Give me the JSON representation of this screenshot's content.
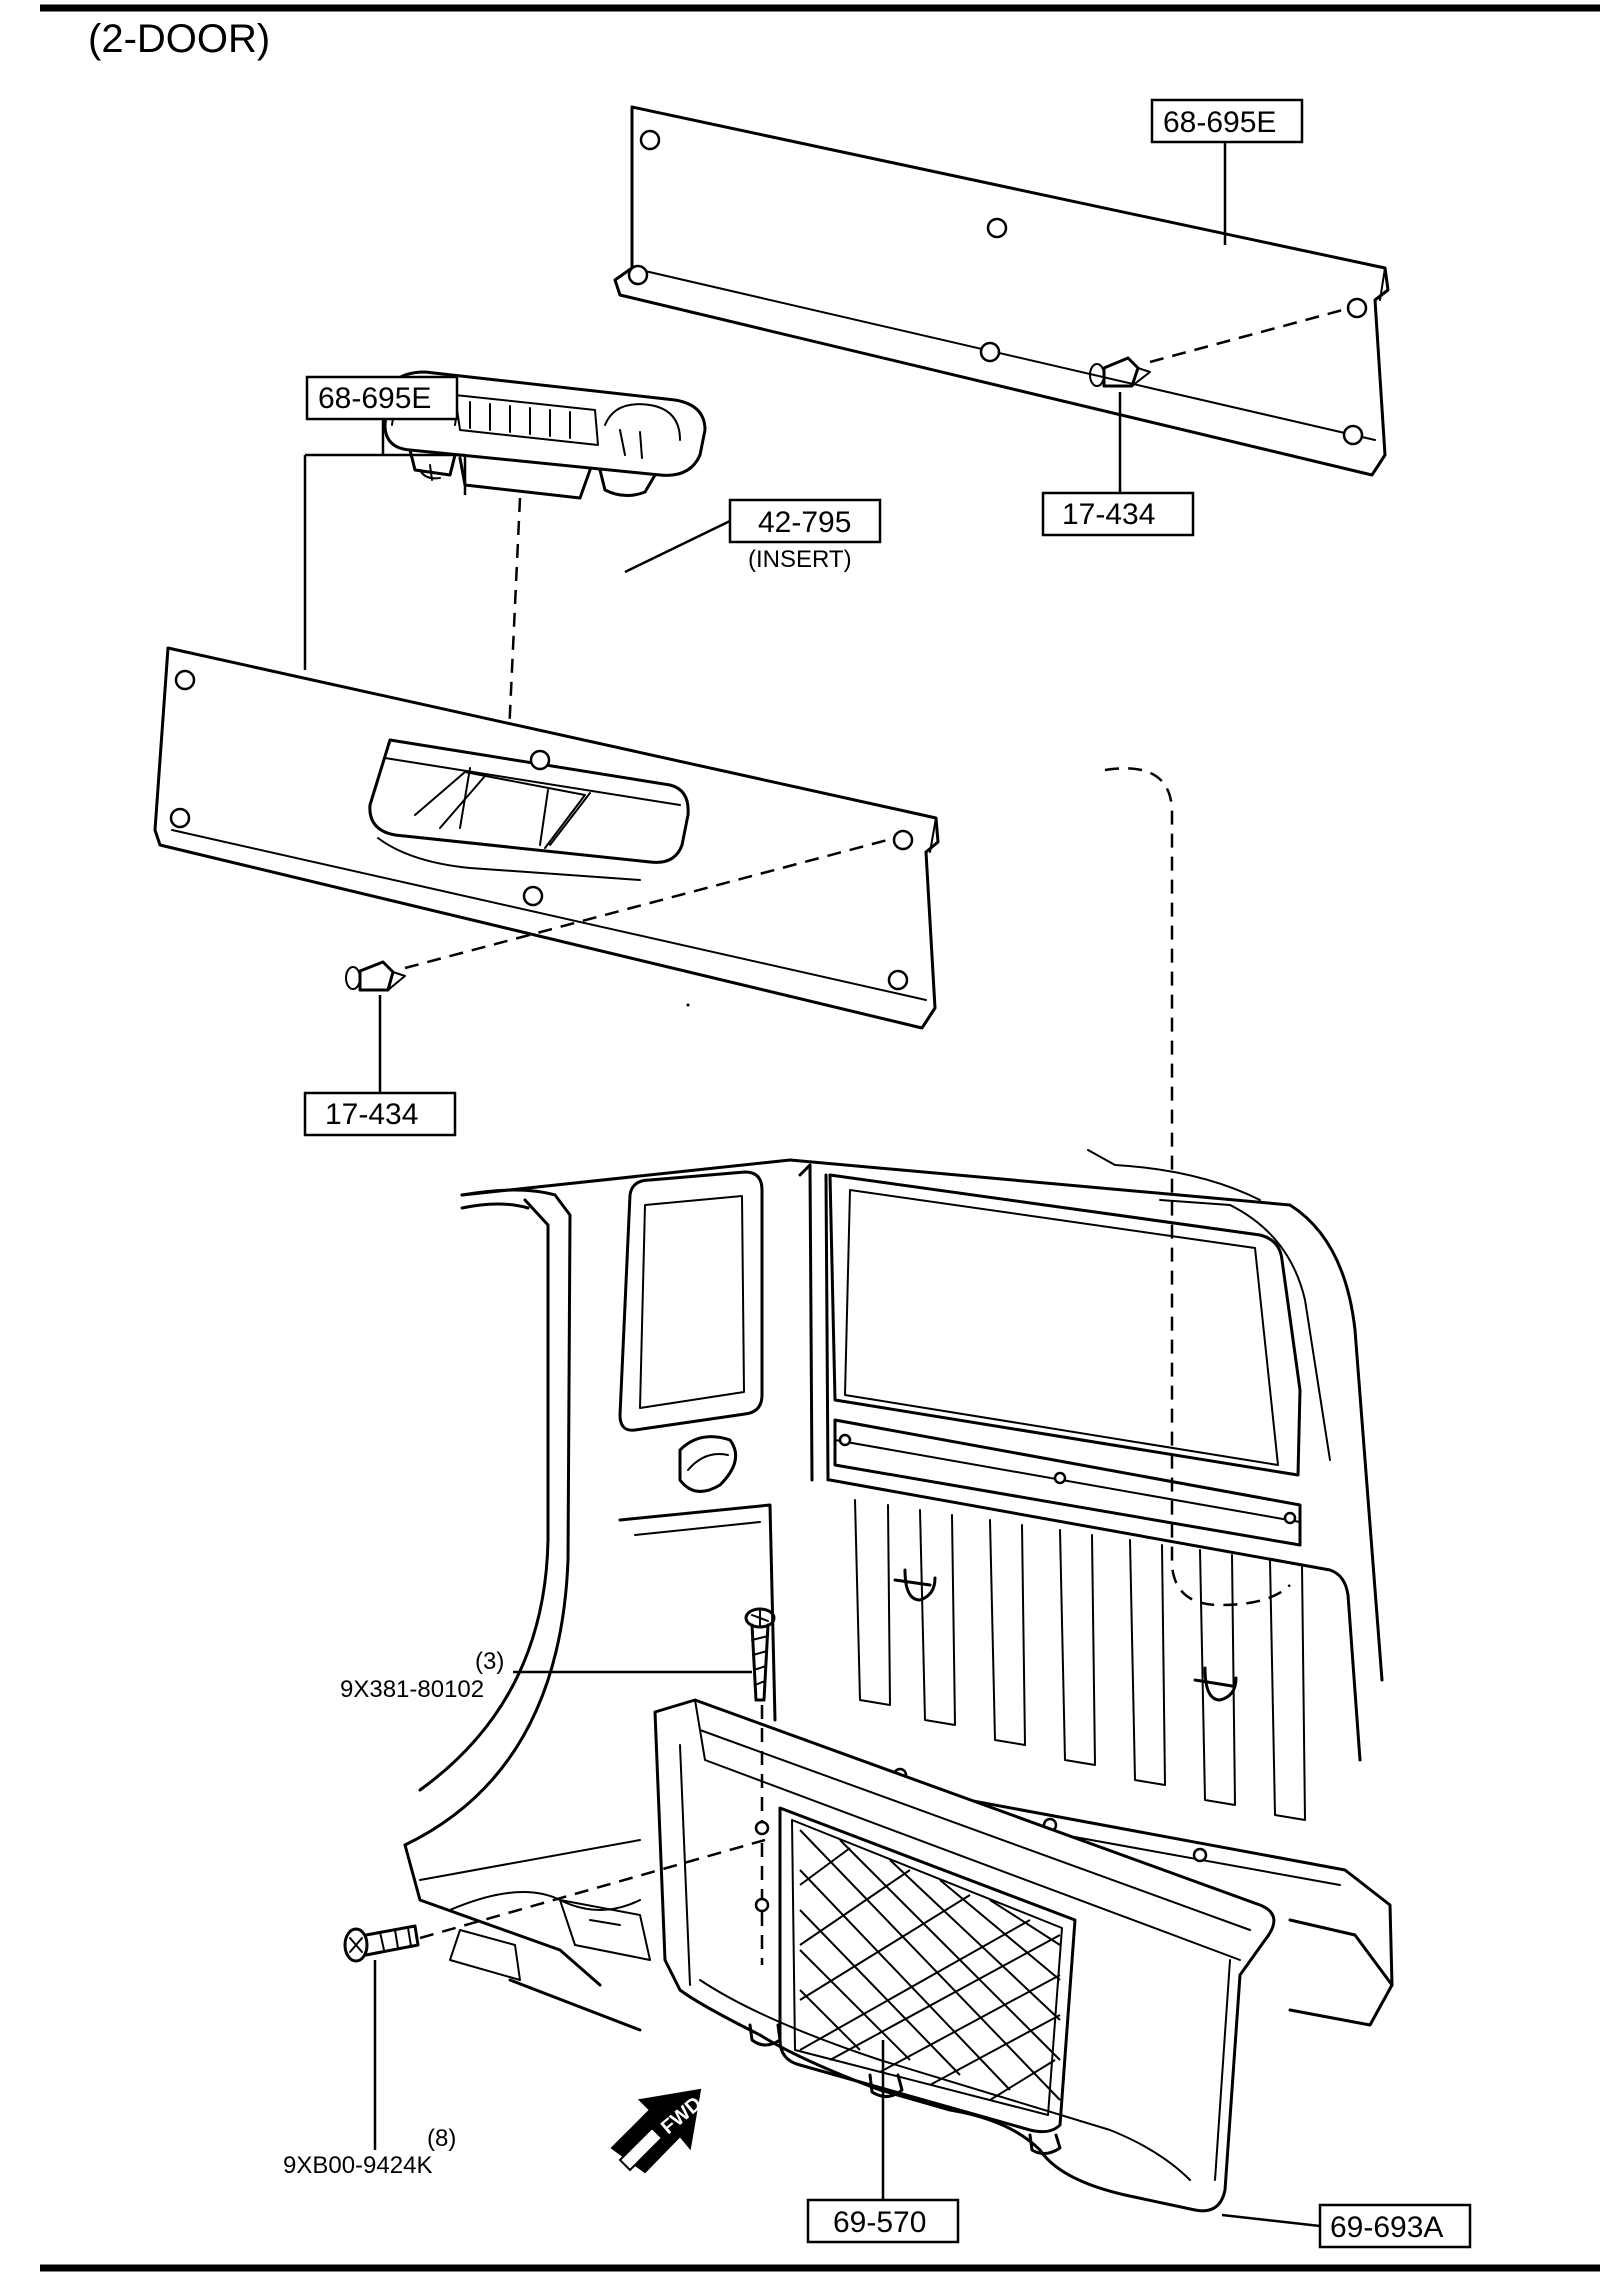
{
  "title": "(2-DOOR)",
  "callouts": {
    "upper_panel": "68-695E",
    "lower_panel": "68-695E",
    "insert": "42-795",
    "insert_note": "(INSERT)",
    "clip_upper": "17-434",
    "clip_lower": "17-434",
    "screw_qty": "(3)",
    "screw_part": "9X381-80102",
    "bolt_qty": "(8)",
    "bolt_part": "9XB00-9424K",
    "net": "69-570",
    "trim": "69-693A"
  },
  "fwd_arrow_text": "FWD",
  "icons": {
    "fwd_arrow": "fwd-arrow-icon",
    "clip": "push-clip-icon",
    "screw": "screw-icon"
  }
}
